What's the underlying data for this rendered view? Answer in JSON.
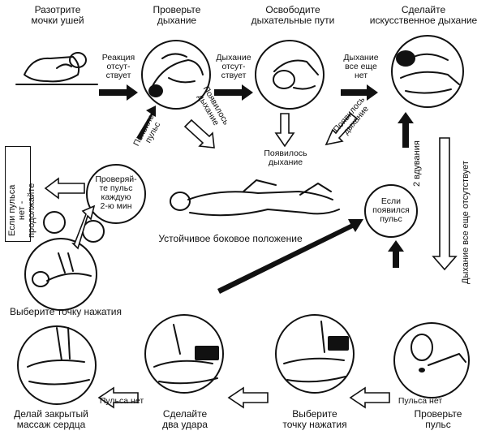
{
  "top_titles": {
    "step1": "Разотрите\nмочки ушей",
    "step2": "Проверьте\nдыхание",
    "step3": "Освободите\nдыхательные пути",
    "step4": "Сделайте\nискусственное дыхание"
  },
  "arrow_labels": {
    "no_reaction": "Реакция\nотсут-\nствует",
    "no_breathing_1": "Дыхание\nотсут-\nствует",
    "still_no_breathing": "Дыхание\nвсе еще\nнет",
    "pulse_appeared": "Появился\nпульс",
    "breathing_appeared_1": "Появилось\nдыхание",
    "breathing_appeared_2": "Появилось\nдыхание",
    "breathing_appeared_3": "Появилось\nдыхание",
    "two_breaths": "2 вдувания",
    "still_no_breathing_long": "Дыхание все еще отсутствует",
    "pulse_none_right": "Пульса нет",
    "pulse_none_left": "Пульса нет"
  },
  "middle": {
    "check_pulse": "Проверяй-\nте пульс\nкаждую\n2-ю мин",
    "if_pulse_appeared": "Если\nпоявился\nпульс",
    "recovery_position": "Устойчивое боковое положение",
    "if_no_pulse_box": "Если пульса нет -\nпродолжайте",
    "choose_point_left": "Выберите точку нажатия"
  },
  "bottom": {
    "closed_massage": "Делай закрытый\nмассаж сердца",
    "two_blows": "Сделайте\nдва удара",
    "choose_point": "Выберите\nточку нажатия",
    "check_pulse": "Проверьте\nпульс"
  },
  "icons": {
    "figures": [
      "person-lying-icon",
      "hand-on-chest-icon",
      "head-tilt-icon",
      "mouth-to-mouth-icon",
      "recovery-position-icon",
      "chest-compression-icon",
      "precordial-thump-icon",
      "finger-on-chest-icon",
      "carotid-pulse-icon"
    ]
  }
}
